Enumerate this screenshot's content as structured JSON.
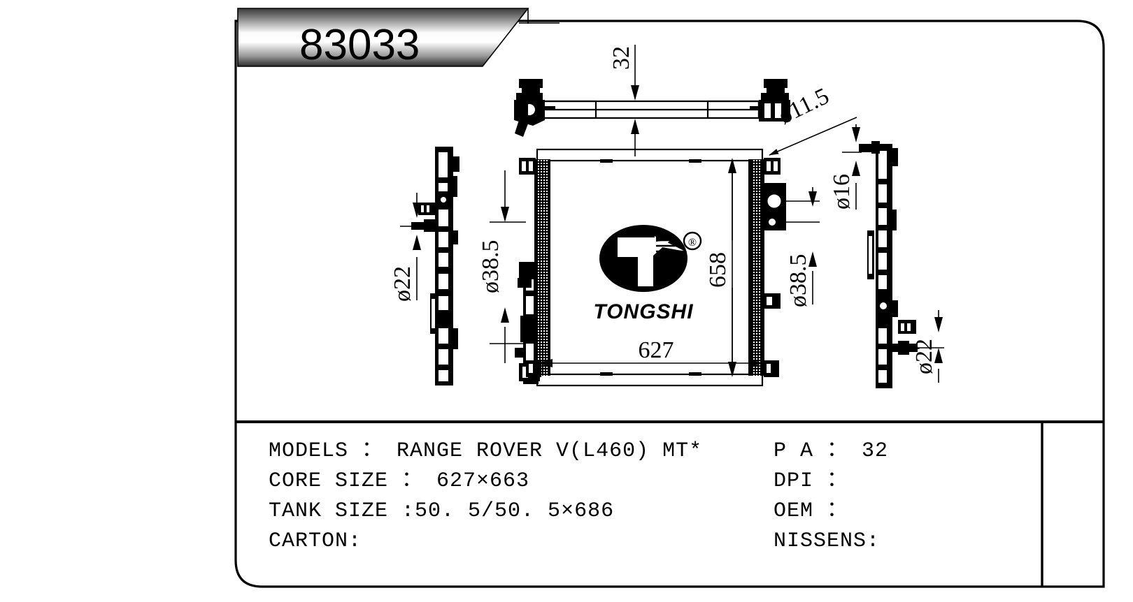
{
  "banner": {
    "part_number": "83033"
  },
  "logo": {
    "brand": "TONGSHI",
    "registered_mark": "®"
  },
  "dimensions": {
    "top_thickness": "32",
    "upper_hole": "ø11.5",
    "left_view_port": "ø22",
    "left_view_inlet": "ø38.5",
    "core_height": "658",
    "core_width": "627",
    "right_of_core": "ø38.5",
    "right_view_top": "ø16",
    "right_view_bottom": "ø22"
  },
  "spec_left": {
    "models_label": "MODELS ： RANGE ROVER V(L460) MT*",
    "core_size_label": "CORE SIZE ： 627×663",
    "tank_size_label": "TANK SIZE :50. 5/50. 5×686",
    "carton_label": "CARTON:"
  },
  "spec_right": {
    "pa_label": "P A ： 32",
    "dpi_label": "DPI ：",
    "oem_label": "OEM ：",
    "nissens_label": "NISSENS:"
  },
  "colors": {
    "ink": "#000000",
    "paper": "#ffffff",
    "banner_dark": "#2b2b2b",
    "banner_light": "#ffffff"
  }
}
